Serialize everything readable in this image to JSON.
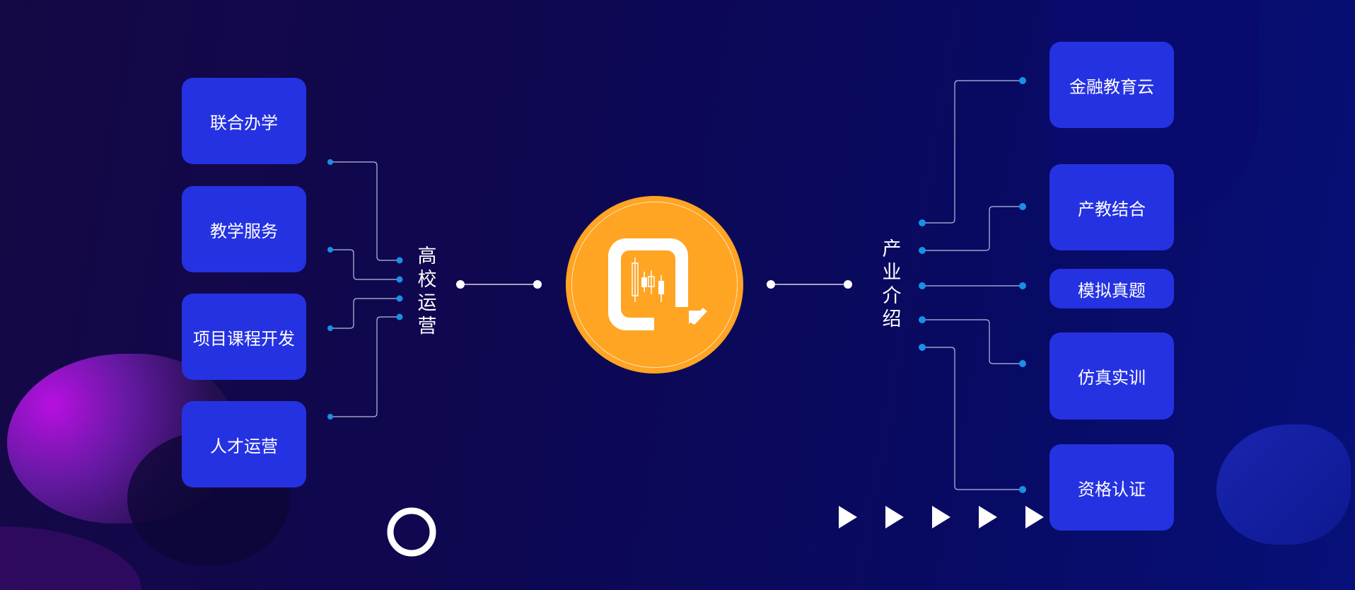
{
  "left_group": {
    "title": "高校运营",
    "items": [
      "联合办学",
      "教学服务",
      "项目课程开发",
      "人才运营"
    ]
  },
  "right_group": {
    "title": "产业介绍",
    "items": [
      "金融教育云",
      "产教结合",
      "模拟真题",
      "仿真实训",
      "资格认证"
    ]
  },
  "center_logo": {
    "icon": "candlestick-chart-cursor-icon",
    "color": "#ffa423"
  },
  "colors": {
    "box": "#2532e2",
    "dot": "#1a8fe8",
    "background": "#0e0852"
  }
}
